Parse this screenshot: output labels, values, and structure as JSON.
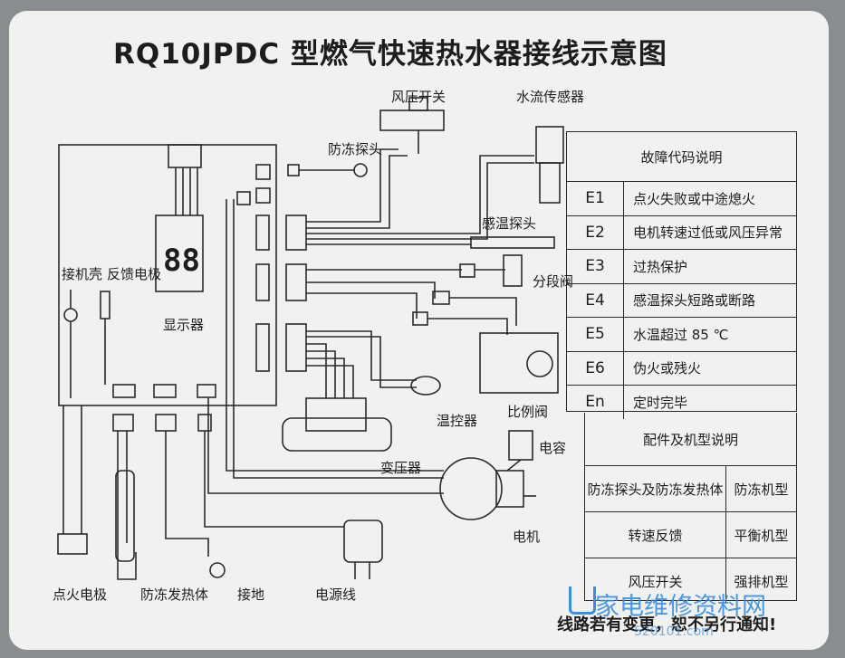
{
  "title": "RQ10JPDC 型燃气快速热水器接线示意图",
  "labels": {
    "air_pressure_switch": "风压开关",
    "water_flow_sensor": "水流传感器",
    "antifreeze_probe": "防冻探头",
    "temp_probe": "感温探头",
    "segment_valve": "分段阀",
    "proportional_valve": "比例阀",
    "thermostat": "温控器",
    "transformer": "变压器",
    "capacitor": "电容",
    "motor": "电机",
    "ground_shell": "接机壳",
    "feedback_electrode": "反馈电极",
    "display": "显示器",
    "ignition_electrode": "点火电极",
    "antifreeze_heater": "防冻发热体",
    "ground": "接地",
    "power_cord": "电源线"
  },
  "display_digits": "88",
  "fault_table": {
    "header": "故障代码说明",
    "rows": [
      {
        "code": "E1",
        "desc": "点火失败或中途熄火"
      },
      {
        "code": "E2",
        "desc": "电机转速过低或风压异常"
      },
      {
        "code": "E3",
        "desc": "过热保护"
      },
      {
        "code": "E4",
        "desc": "感温探头短路或断路"
      },
      {
        "code": "E5",
        "desc": "水温超过 85 ℃"
      },
      {
        "code": "E6",
        "desc": "伪火或残火"
      },
      {
        "code": "En",
        "desc": "定时完毕"
      }
    ]
  },
  "parts_table": {
    "header": "配件及机型说明",
    "rows": [
      {
        "part": "防冻探头及防冻发热体",
        "model": "防冻机型"
      },
      {
        "part": "转速反馈",
        "model": "平衡机型"
      },
      {
        "part": "风压开关",
        "model": "强排机型"
      }
    ]
  },
  "footer": "线路若有变更，恕不另行通知!",
  "watermark": {
    "text": "家电维修资料网",
    "url": "520101.com",
    "color": "#3a8ee0"
  }
}
